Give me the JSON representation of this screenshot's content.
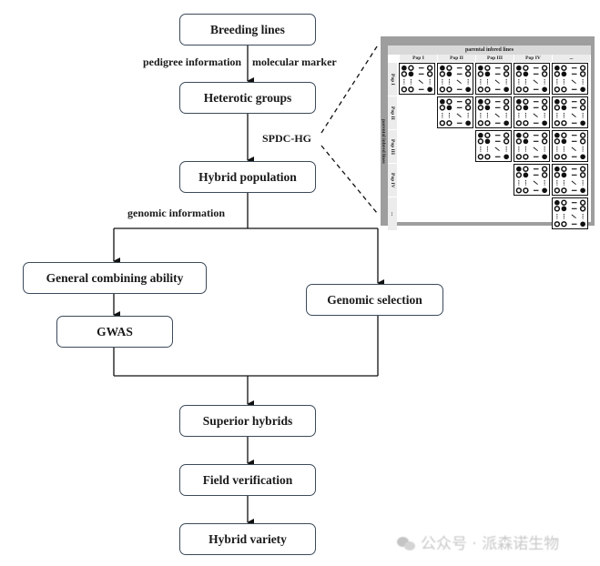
{
  "flowchart": {
    "nodes": {
      "breeding_lines": "Breeding lines",
      "heterotic_groups": "Heterotic groups",
      "hybrid_population": "Hybrid population",
      "general_combining_ability": "General combining ability",
      "gwas": "GWAS",
      "genomic_selection": "Genomic selection",
      "superior_hybrids": "Superior hybrids",
      "field_verification": "Field verification",
      "hybrid_variety": "Hybrid variety"
    },
    "edge_labels": {
      "pedigree": "pedigree information",
      "molecular": "molecular marker",
      "spdc": "SPDC-HG",
      "genomic_info": "genomic information"
    }
  },
  "inset": {
    "title": "parental inbred lines",
    "y_label": "parental inbred lines",
    "columns": [
      "Pop I",
      "Pop II",
      "Pop III",
      "Pop IV",
      "..."
    ],
    "rows": [
      "Pop I",
      "Pop II",
      "Pop III",
      "Pop IV",
      "..."
    ],
    "matrix": "upper-triangular"
  },
  "watermark": "公众号 · 派森诺生物"
}
